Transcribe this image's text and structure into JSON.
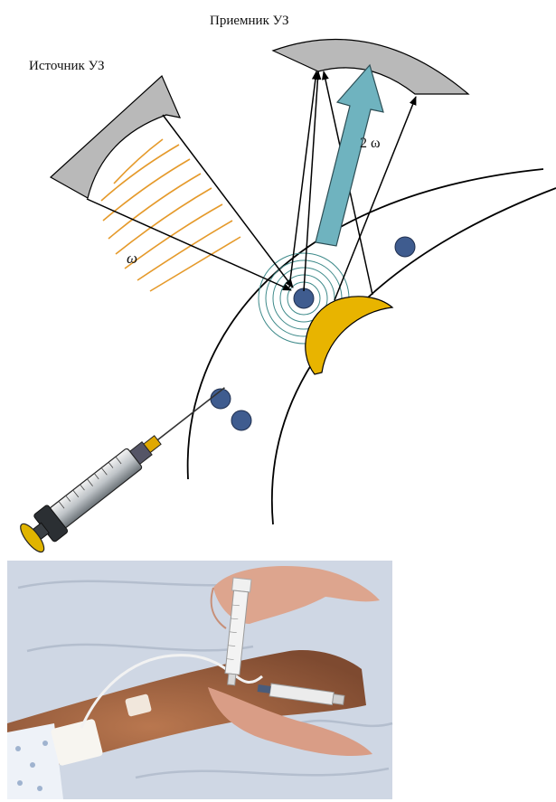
{
  "diagram": {
    "source_label": "Источник УЗ",
    "receiver_label": "Приемник УЗ",
    "freq_label": "ω",
    "harmonic_label": "2 ω",
    "colors": {
      "transducer": "#b9b9b9",
      "waves": "#e59a2b",
      "bubble": "#3f5c8f",
      "plaque": "#e8b400",
      "arrow": "#6fb3bf",
      "line": "#000000"
    }
  },
  "photo": {
    "subject": "syringe-injection-into-iv-line-photo",
    "colors": {
      "sheet": "#cfd7e4",
      "skin": "#a7694a",
      "hand": "#dda58e"
    }
  }
}
